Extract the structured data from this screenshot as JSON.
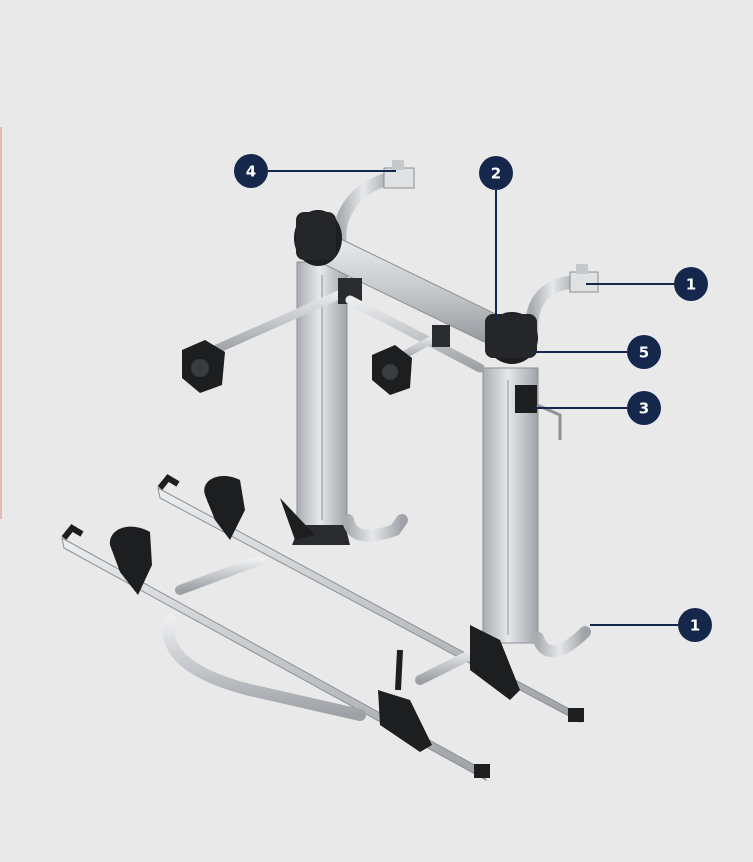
{
  "colors": {
    "background": "#e9e9e9",
    "callout_fill": "#15284b",
    "callout_text": "#ffffff",
    "leader_line": "#15284b",
    "side_accent": "#e2b9b4",
    "aluminium": "#c9ccd0",
    "black_parts": "#1d1e20"
  },
  "callouts": [
    {
      "id": "c4",
      "label": "4"
    },
    {
      "id": "c2",
      "label": "2"
    },
    {
      "id": "c1a",
      "label": "1"
    },
    {
      "id": "c5",
      "label": "5"
    },
    {
      "id": "c3",
      "label": "3"
    },
    {
      "id": "c1b",
      "label": "1"
    }
  ]
}
